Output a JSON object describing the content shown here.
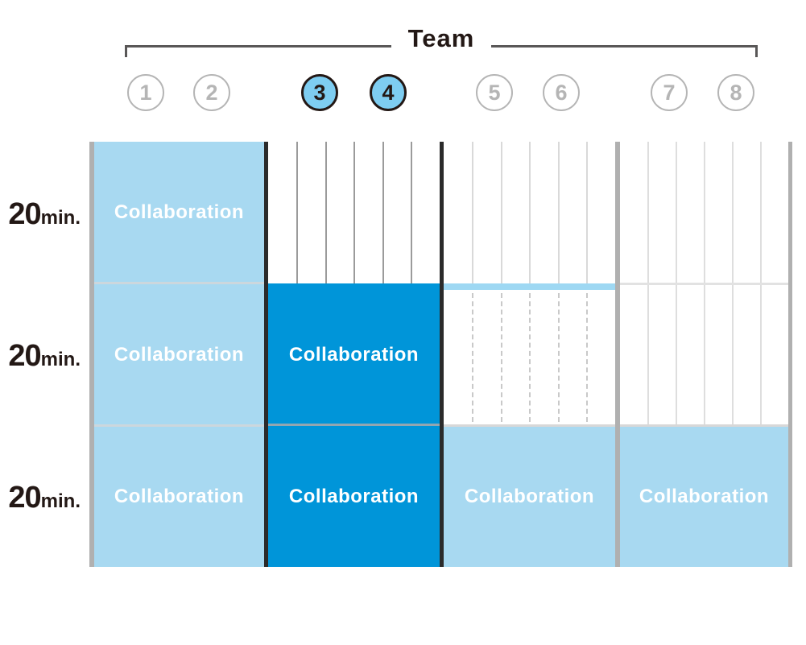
{
  "title": "Team",
  "teams": [
    {
      "number": "1",
      "highlighted": false
    },
    {
      "number": "2",
      "highlighted": false
    },
    {
      "number": "3",
      "highlighted": true
    },
    {
      "number": "4",
      "highlighted": true
    },
    {
      "number": "5",
      "highlighted": false
    },
    {
      "number": "6",
      "highlighted": false
    },
    {
      "number": "7",
      "highlighted": false
    },
    {
      "number": "8",
      "highlighted": false
    }
  ],
  "time_slots": [
    {
      "value": "20",
      "unit": "min."
    },
    {
      "value": "20",
      "unit": "min."
    },
    {
      "value": "20",
      "unit": "min."
    }
  ],
  "cells": [
    {
      "teams": "1-2",
      "slot": 1,
      "label": "Collaboration",
      "variant": "light"
    },
    {
      "teams": "1-2",
      "slot": 2,
      "label": "Collaboration",
      "variant": "light"
    },
    {
      "teams": "1-2",
      "slot": 3,
      "label": "Collaboration",
      "variant": "light"
    },
    {
      "teams": "3-4",
      "slot": 2,
      "label": "Collaboration",
      "variant": "dark"
    },
    {
      "teams": "3-4",
      "slot": 3,
      "label": "Collaboration",
      "variant": "dark"
    },
    {
      "teams": "5-6",
      "slot": 3,
      "label": "Collaboration",
      "variant": "light"
    },
    {
      "teams": "7-8",
      "slot": 3,
      "label": "Collaboration",
      "variant": "light"
    }
  ],
  "colors": {
    "collaboration_light": "#a8d9f1",
    "collaboration_dark": "#0095d9",
    "team_highlight_fill": "#7ecdf1",
    "divider_black": "#2b2b2b",
    "divider_gray": "#b0b0b0",
    "bracket_gray": "#595757",
    "text_dark": "#231815",
    "circle_gray": "#b5b5b5"
  }
}
